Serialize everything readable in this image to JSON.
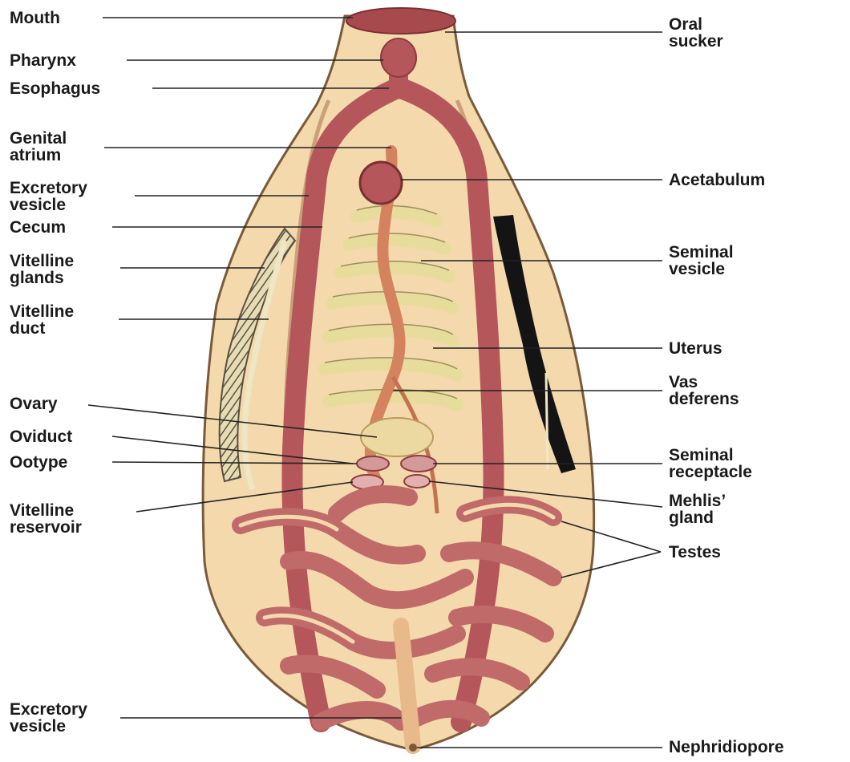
{
  "labels": {
    "mouth": [
      "Mouth"
    ],
    "pharynx": [
      "Pharynx"
    ],
    "esophagus": [
      "Esophagus"
    ],
    "genital_atrium": [
      "Genital",
      "atrium"
    ],
    "excretory_vesicle_upper": [
      "Excretory",
      "vesicle"
    ],
    "cecum": [
      "Cecum"
    ],
    "vitelline_glands": [
      "Vitelline",
      "glands"
    ],
    "vitelline_duct": [
      "Vitelline",
      "duct"
    ],
    "ovary": [
      "Ovary"
    ],
    "oviduct": [
      "Oviduct"
    ],
    "ootype": [
      "Ootype"
    ],
    "vitelline_reservoir": [
      "Vitelline",
      "reservoir"
    ],
    "excretory_vesicle_lower": [
      "Excretory",
      "vesicle"
    ],
    "oral_sucker": [
      "Oral",
      "sucker"
    ],
    "acetabulum": [
      "Acetabulum"
    ],
    "seminal_vesicle": [
      "Seminal",
      "vesicle"
    ],
    "uterus": [
      "Uterus"
    ],
    "vas_deferens": [
      "Vas",
      "deferens"
    ],
    "seminal_receptacle": [
      "Seminal",
      "receptacle"
    ],
    "mehlis_gland": [
      "Mehlis’",
      "gland"
    ],
    "testes": [
      "Testes"
    ],
    "nephridiopore": [
      "Nephridiopore"
    ]
  },
  "colors": {
    "body_fill": "#f3d9ac",
    "body_outline": "#7a5a3a",
    "gut": "#b5565a",
    "gut_dark": "#8e3b40",
    "uterus": "#e8dc9c",
    "reproductive_duct": "#d4835e",
    "vitelline_fill": "#c9bf95",
    "vas_dark": "#141414",
    "testes": "#c06a6a"
  }
}
